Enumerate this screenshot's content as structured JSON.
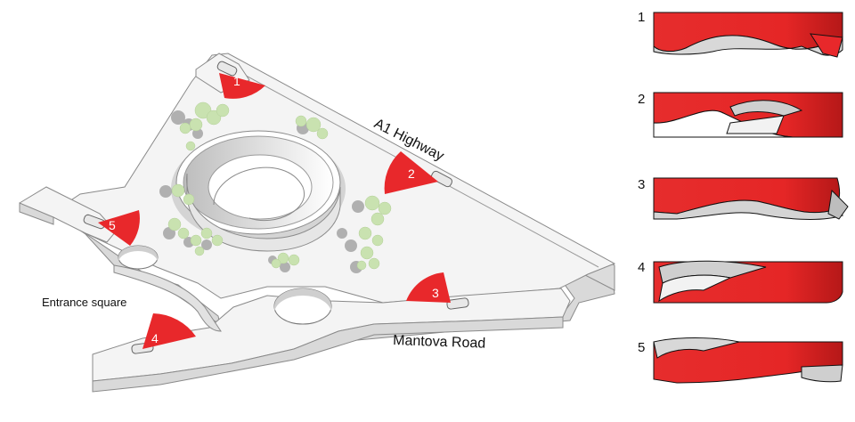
{
  "labels": {
    "highway": "A1 Highway",
    "road": "Mantova Road",
    "square": "Entrance square"
  },
  "viewpoints": [
    "1",
    "2",
    "3",
    "4",
    "5"
  ],
  "views": [
    "1",
    "2",
    "3",
    "4",
    "5"
  ],
  "colors": {
    "accent": "#e8282b",
    "ground": "#f4f4f4",
    "shadow": "#d2d2d2",
    "tree": "#c9e2b0",
    "tree_shadow": "#9a9a9a"
  }
}
